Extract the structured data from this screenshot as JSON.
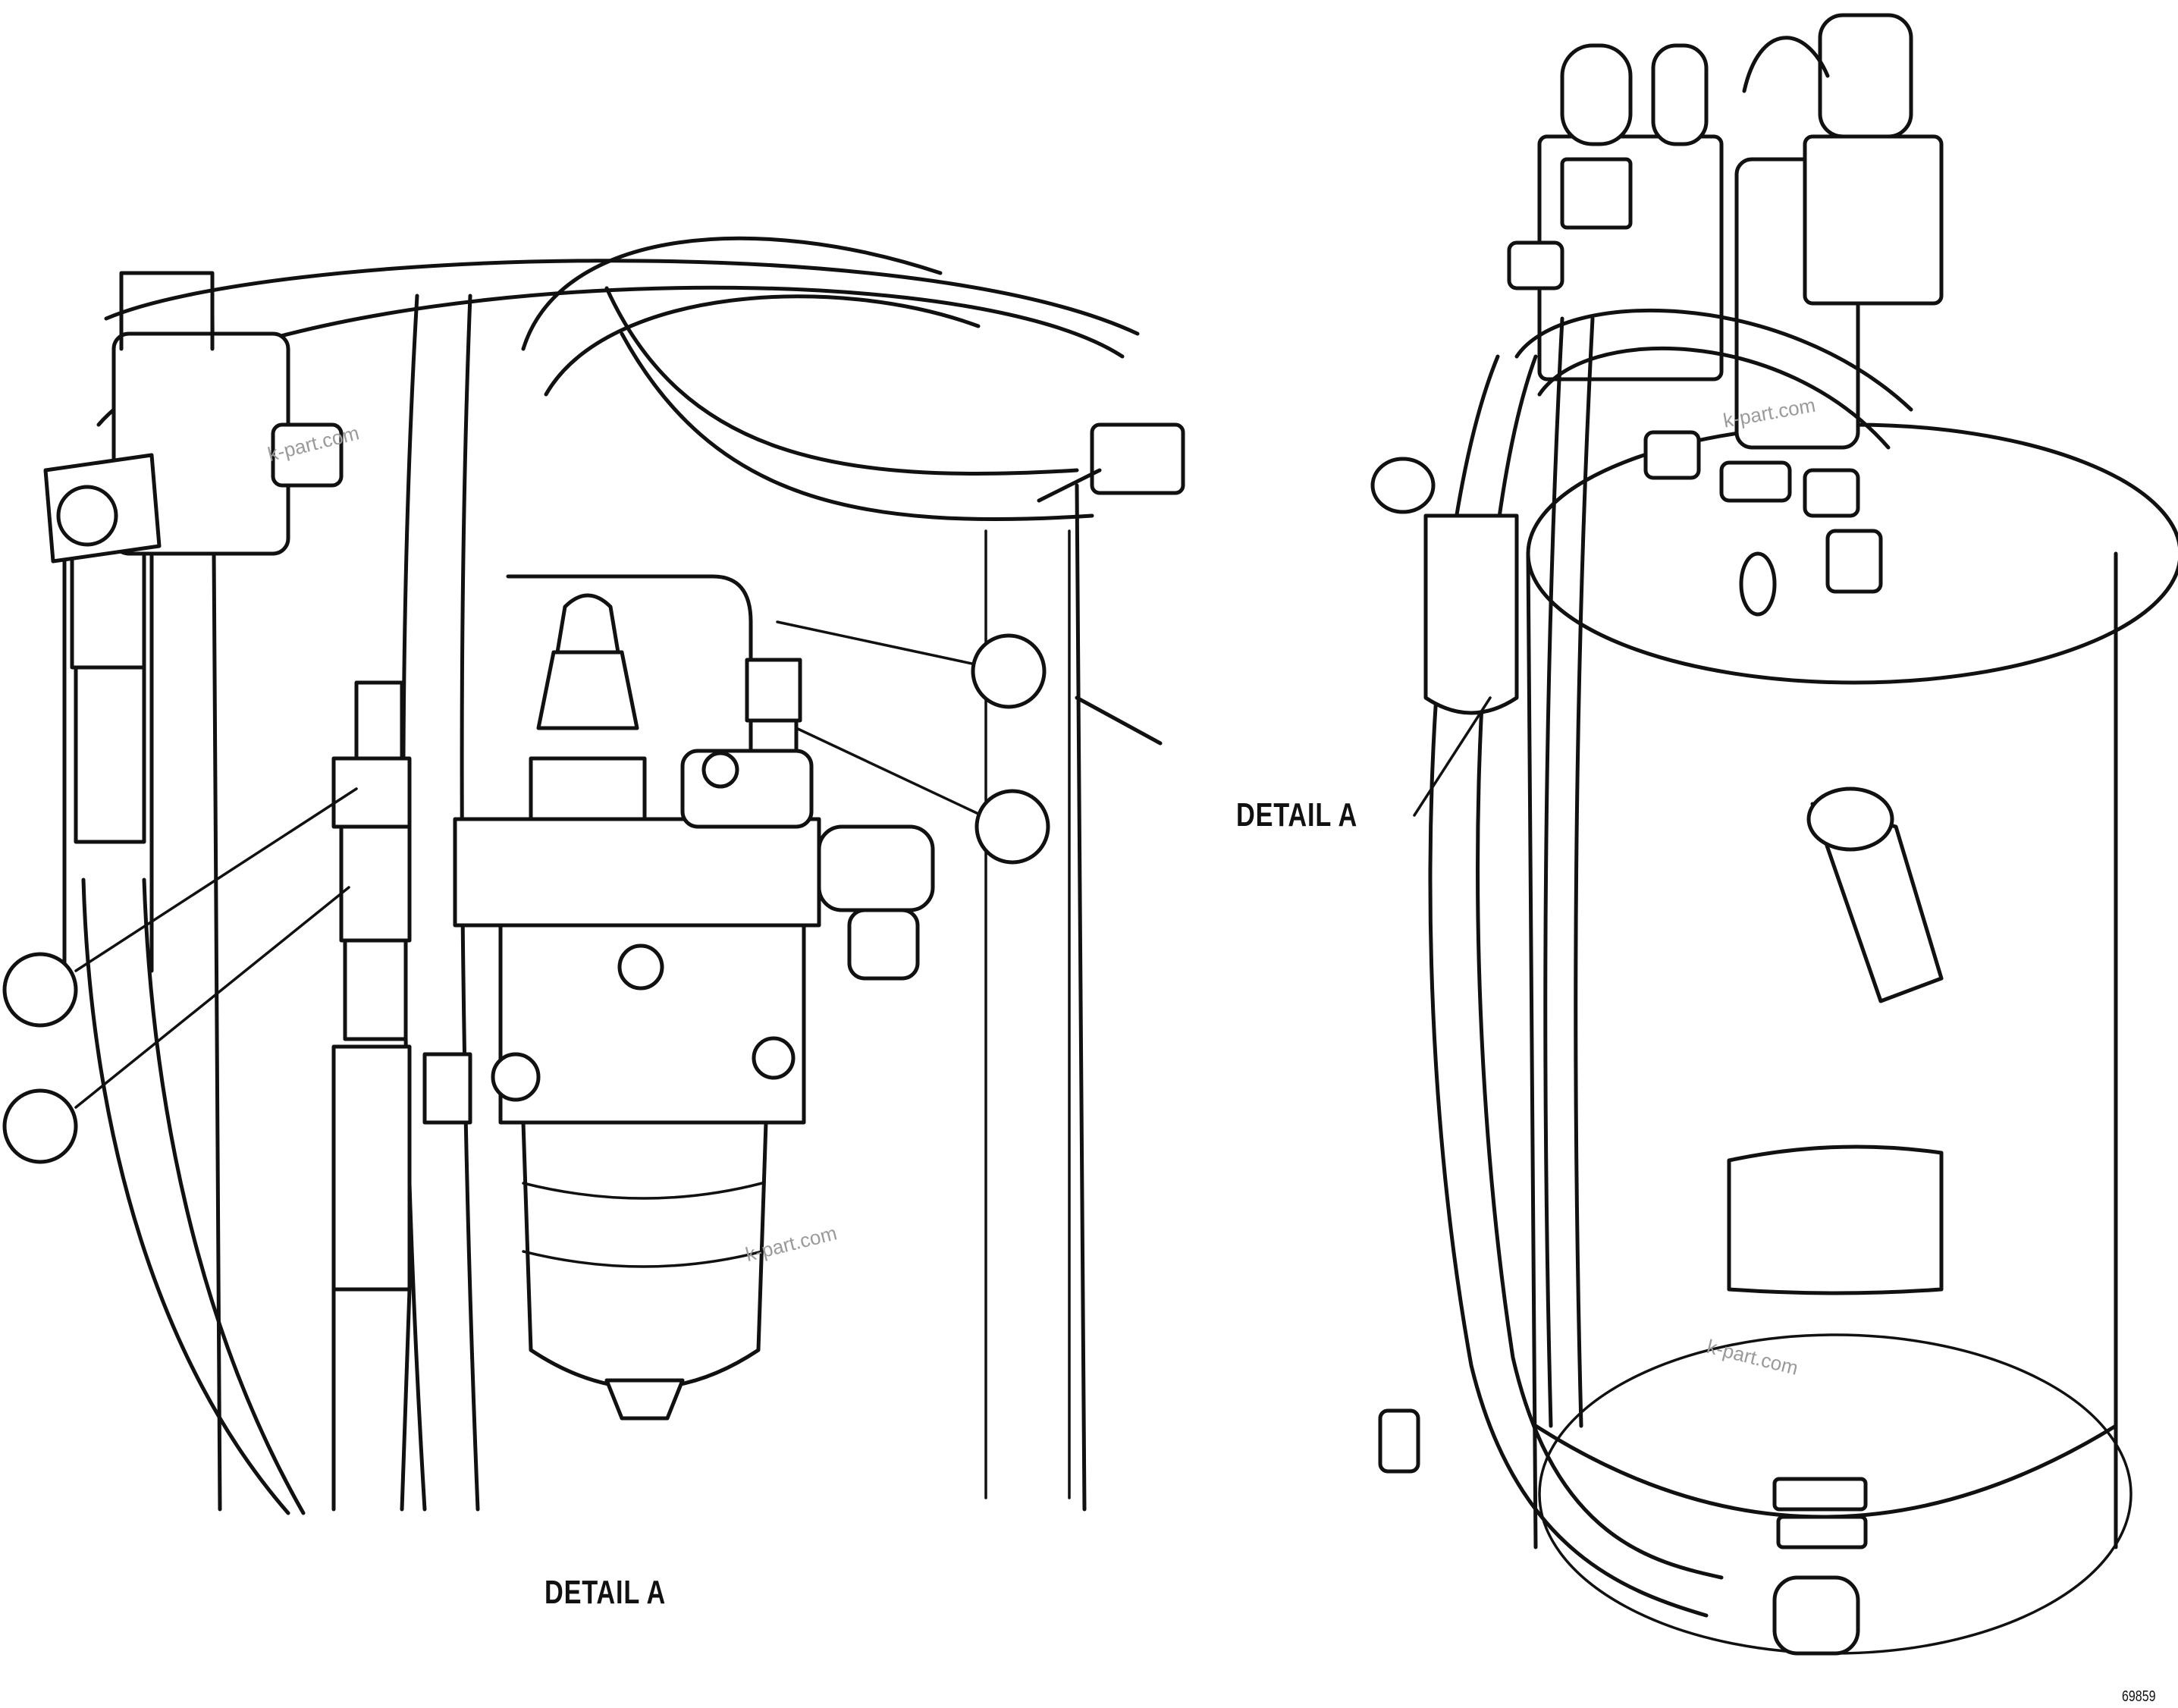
{
  "captions": {
    "detail_view": "DETAIL A",
    "overview_callout": "DETAIL A"
  },
  "watermarks": [
    "k-part.com",
    "k-part.com",
    "k-part.com",
    "k-part.com"
  ],
  "figure_number": "69859",
  "callouts": [
    {
      "id": 1,
      "label": ""
    },
    {
      "id": 2,
      "label": ""
    },
    {
      "id": 3,
      "label": ""
    },
    {
      "id": 4,
      "label": ""
    }
  ]
}
